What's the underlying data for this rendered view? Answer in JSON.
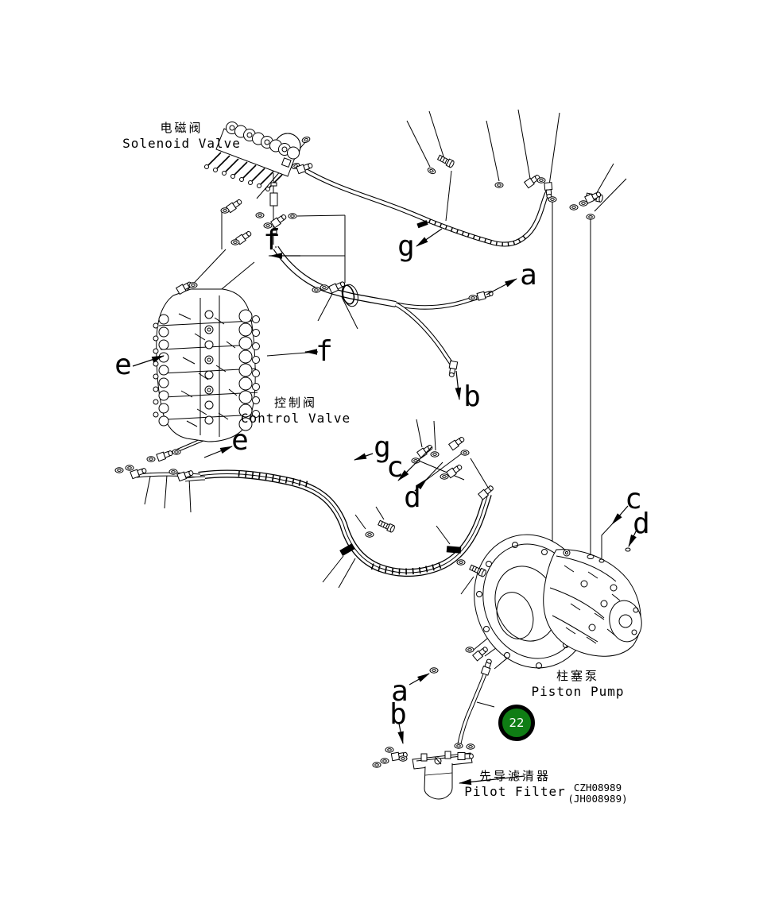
{
  "diagram": {
    "type": "hydraulic-piping-parts-diagram",
    "item_badge": {
      "number": "22",
      "fill_color": "#0f7d14",
      "ring_color": "#000000",
      "text_color": "#ffffff"
    },
    "drawing_code": {
      "line1": "CZH08989",
      "line2": "(JH008989)"
    },
    "components": [
      {
        "id": "solenoid-valve",
        "zh": "电磁阀",
        "en": "Solenoid Valve"
      },
      {
        "id": "control-valve",
        "zh": "控制阀",
        "en": "Control Valve"
      },
      {
        "id": "piston-pump",
        "zh": "柱塞泵",
        "en": "Piston Pump"
      },
      {
        "id": "pilot-filter",
        "zh": "先导滤清器",
        "en": "Pilot Filter"
      }
    ],
    "port_callouts": [
      {
        "char": "f"
      },
      {
        "char": "g"
      },
      {
        "char": "a"
      },
      {
        "char": "f"
      },
      {
        "char": "e"
      },
      {
        "char": "b"
      },
      {
        "char": "e"
      },
      {
        "char": "g"
      },
      {
        "char": "c"
      },
      {
        "char": "d"
      },
      {
        "char": "c"
      },
      {
        "char": "d"
      },
      {
        "char": "a"
      },
      {
        "char": "b"
      }
    ]
  }
}
